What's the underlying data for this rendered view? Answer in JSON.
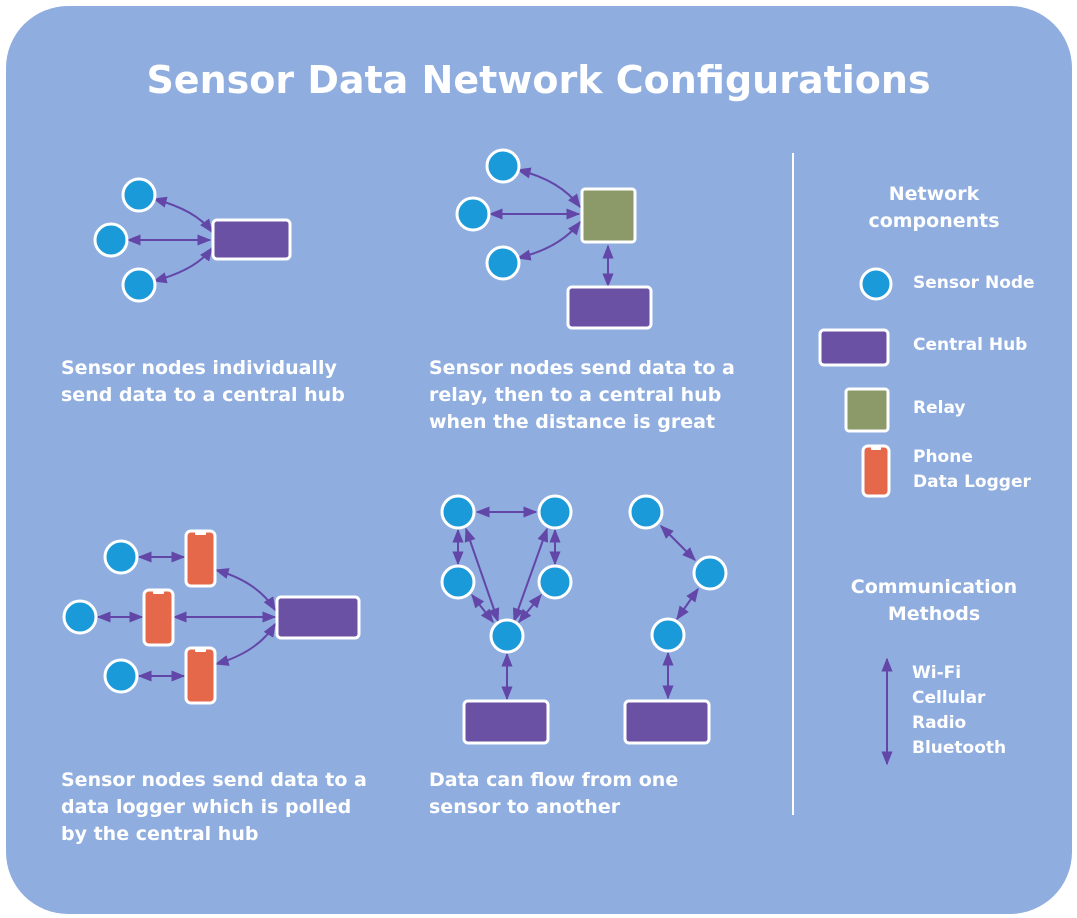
{
  "title": "Sensor Data Network Configurations",
  "captions": {
    "direct": "Sensor nodes individually\nsend data to a central hub",
    "relay": "Sensor nodes send data to a\nrelay, then to a central hub\nwhen the distance is great",
    "logger": "Sensor nodes send data to a\ndata logger which is polled\nby the central hub",
    "mesh": "Data can flow from one\nsensor to another"
  },
  "legend": {
    "components_heading": "Network\ncomponents",
    "sensor_node": "Sensor Node",
    "central_hub": "Central Hub",
    "relay": "Relay",
    "phone_logger": "Phone\nData Logger",
    "methods_heading": "Communication\nMethods",
    "methods": [
      "Wi-Fi",
      "Cellular",
      "Radio",
      "Bluetooth"
    ]
  },
  "colors": {
    "background": "#8faddf",
    "sensor_node": "#1a9ad9",
    "central_hub": "#6a51a3",
    "relay": "#8c9a6a",
    "phone": "#e5684a",
    "link": "#6347a8",
    "outline": "#ffffff"
  },
  "icons": [
    "sensor-node-icon",
    "central-hub-icon",
    "relay-icon",
    "phone-icon",
    "bidirectional-arrow-icon"
  ]
}
